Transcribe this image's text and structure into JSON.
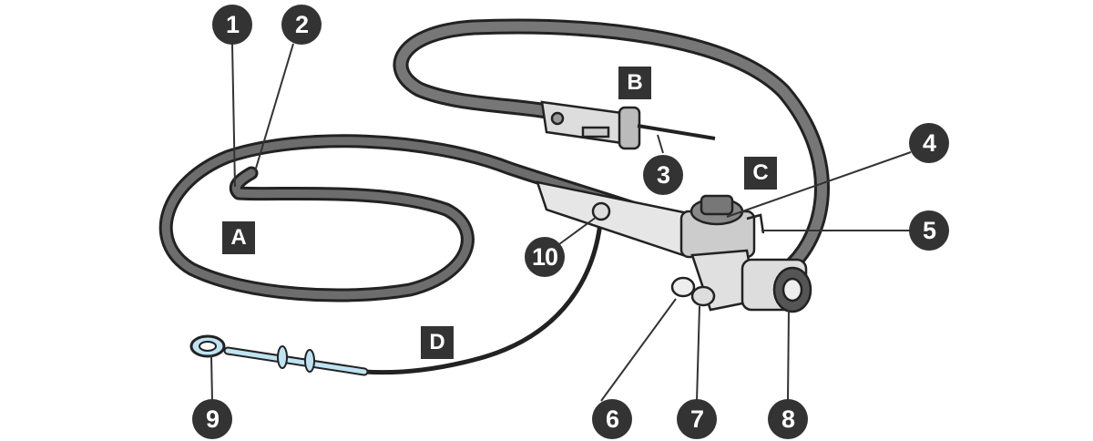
{
  "diagram": {
    "subject": "endoscope",
    "number_labels": [
      "1",
      "2",
      "3",
      "4",
      "5",
      "6",
      "7",
      "8",
      "9",
      "10"
    ],
    "section_labels": [
      "A",
      "B",
      "C",
      "D"
    ],
    "colors": {
      "label_bg": "#333333",
      "tube": "#6a6a6a",
      "light_blue": "#bfe3f2"
    }
  }
}
